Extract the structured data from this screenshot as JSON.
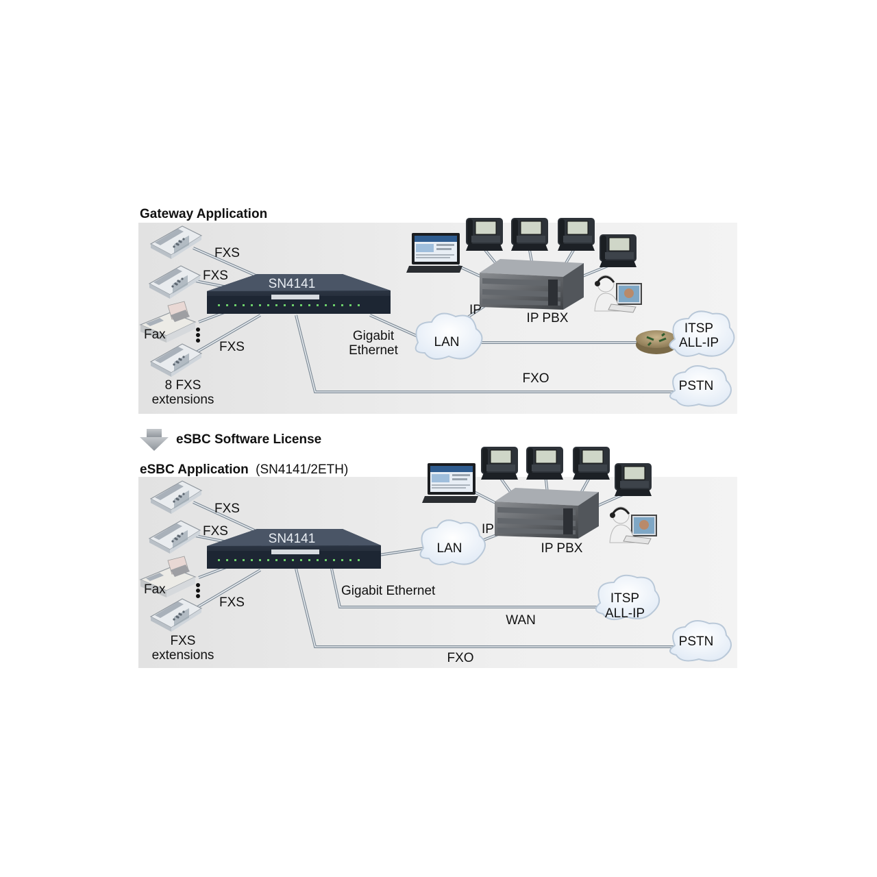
{
  "gateway": {
    "title": "Gateway Application",
    "device": "SN4141",
    "fxs_top": "FXS",
    "fxs_mid": "FXS",
    "fxs_low": "FXS",
    "fax": "Fax",
    "ext_count": "8 FXS",
    "ext_word": "extensions",
    "gig1": "Gigabit",
    "gig2": "Ethernet",
    "ip": "IP",
    "pbx": "IP PBX",
    "lan": "LAN",
    "itsp1": "ITSP",
    "itsp2": "ALL-IP",
    "fxo": "FXO",
    "pstn": "PSTN"
  },
  "license": {
    "label": "eSBC Software License"
  },
  "esbc": {
    "title": "eSBC Application",
    "model": "(SN4141/2ETH)",
    "device": "SN4141",
    "fxs_top": "FXS",
    "fxs_mid": "FXS",
    "fxs_low": "FXS",
    "fax": "Fax",
    "ext_count": "FXS",
    "ext_word": "extensions",
    "gig": "Gigabit Ethernet",
    "ip": "IP",
    "pbx": "IP PBX",
    "lan": "LAN",
    "wan": "WAN",
    "itsp1": "ITSP",
    "itsp2": "ALL-IP",
    "fxo": "FXO",
    "pstn": "PSTN"
  },
  "colors": {
    "panel": "#ececec",
    "device": "#1f2a38",
    "wire": "#7d8a96",
    "cloud": "#ffffff"
  }
}
